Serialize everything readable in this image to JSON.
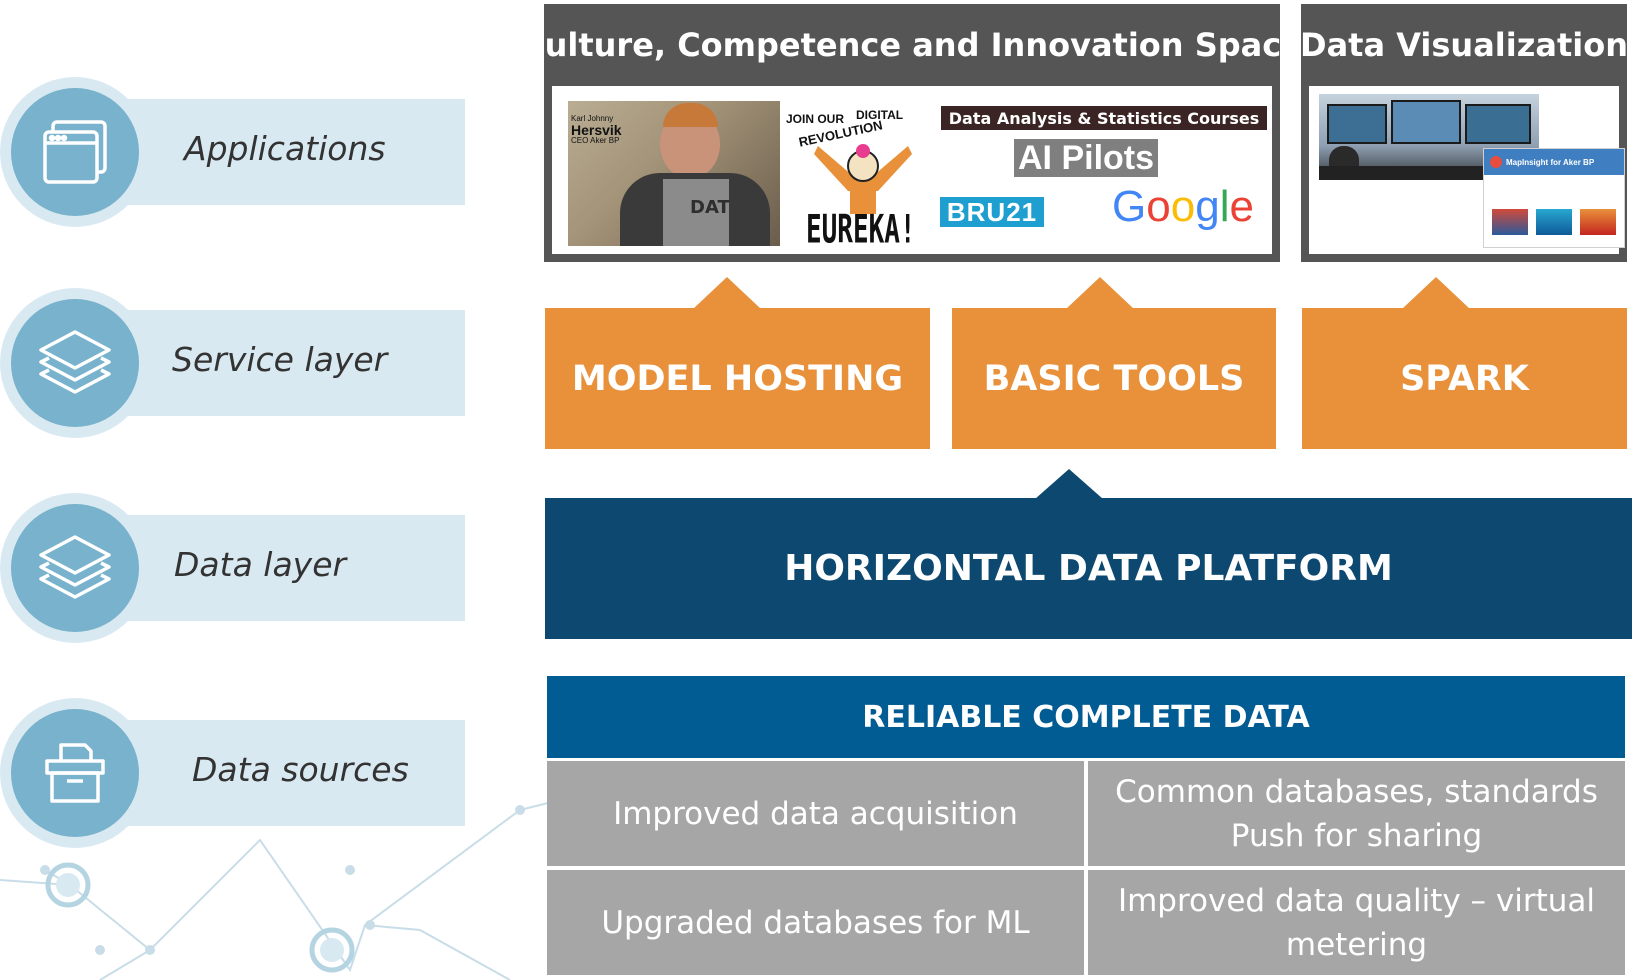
{
  "layers": [
    {
      "label": "Applications",
      "icon": "browser-windows-icon"
    },
    {
      "label": "Service layer",
      "icon": "layers-icon"
    },
    {
      "label": "Data layer",
      "icon": "layers-icon"
    },
    {
      "label": "Data sources",
      "icon": "archive-box-icon"
    }
  ],
  "culture_box": {
    "title": "Culture, Competence and Innovation Space",
    "photo_caption_name_small": "Karl Johnny",
    "photo_caption_name": "Hersvik",
    "photo_caption_role": "CEO Aker BP",
    "photo_shirt_text": "DAT",
    "eureka_join": "JOIN OUR",
    "eureka_digital": "DIGITAL",
    "eureka_revolution": "REVOLUTION",
    "eureka_word": "EUREKA!",
    "courses": "Data Analysis & Statistics Courses",
    "ai_pilots": "AI Pilots",
    "bru21": "BRU21",
    "google": [
      "G",
      "o",
      "o",
      "g",
      "l",
      "e"
    ],
    "google_colors": [
      "#4285f4",
      "#ea4335",
      "#fbbc05",
      "#4285f4",
      "#34a853",
      "#ea4335"
    ]
  },
  "dataviz_box": {
    "title": "Data Visualization",
    "app_title": "MapInsight for Aker BP"
  },
  "services": {
    "model_hosting": "MODEL HOSTING",
    "basic_tools": "BASIC TOOLS",
    "spark": "SPARK"
  },
  "platform": "HORIZONTAL DATA PLATFORM",
  "reliable": {
    "title": "RELIABLE COMPLETE DATA",
    "cells": [
      "Improved data acquisition",
      "Common databases, standards\nPush for sharing",
      "Upgraded databases for ML",
      "Improved data quality – virtual\nmetering"
    ]
  },
  "colors": {
    "orange": "#e8913a",
    "navy": "#0d4870",
    "blue": "#015c93",
    "grey": "#a6a6a6",
    "icon_blue": "#78b2cc",
    "band": "#d9e9f1"
  }
}
